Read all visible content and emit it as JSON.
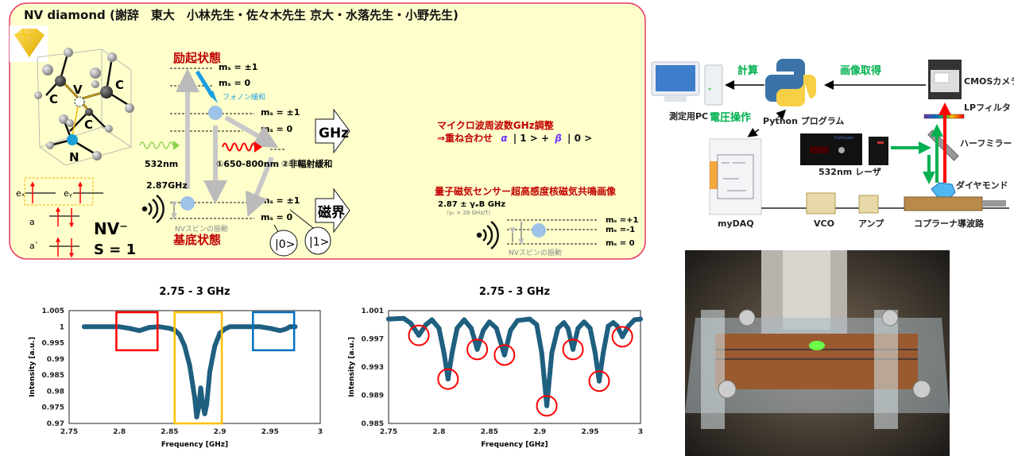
{
  "panel": {
    "title": "NV diamond (謝辞　東大　小林先生・佐々木先生 京大・水落先生・小野先生)",
    "border_color": "#e8386a",
    "fill_color": "#ffffcc",
    "crystal_labels": [
      "C",
      "V",
      "C",
      "C",
      "N"
    ],
    "orbitals": {
      "ex": "eₓ",
      "ey": "eᵧ",
      "a": "a",
      "a2": "a`"
    },
    "nv_label": "NV⁻",
    "spin_label": "S = 1",
    "excited_state": "励起状態",
    "ground_state": "基底状態",
    "levels": {
      "pm1": "mₛ = ±1",
      "zero": "mₛ = 0"
    },
    "phonon": "フォノン緩和",
    "laser": "532nm",
    "emission": "①650-800nm",
    "nonrad": "②非輻射緩和",
    "mw": "2.87GHz",
    "spin_vib": "NVスピンの振動",
    "ket0": "|0>",
    "ket1": "|1>",
    "ghz_box": "GHz",
    "ghz_line1": "マイクロ波周波数GHz調整",
    "ghz_line2a": "⇒重ね合わせ",
    "ghz_alpha": "α",
    "ghz_k1": "| 1 > +",
    "ghz_beta": "β",
    "ghz_k0": "| 0 >",
    "mag_box": "磁界",
    "mag_line1": "量子磁気センサー超高感度核磁気共鳴画像",
    "mag_formula": "2.87 ± γₑB GHz",
    "mag_gamma": "（γₑ = 28 GHz/T）",
    "mag_levels": {
      "p1": "mₛ =+1",
      "m1": "mₛ =-1",
      "zero": "mₛ = 0"
    }
  },
  "setup": {
    "pc": "測定用PC",
    "calc": "計算",
    "image_acq": "画像取得",
    "python": "Python プログラム",
    "voltage": "電圧操作",
    "camera": "CMOSカメラ",
    "lp": "LPフィルタ",
    "half_mirror": "ハーフミラー",
    "diamond": "ダイヤモンド",
    "laser": "532nm レーザ",
    "laser_brand": "CivilLaser",
    "mydaq": "myDAQ",
    "vco": "VCO",
    "amp": "アンプ",
    "coplanar": "コプラーナ導波路"
  },
  "chart_data": [
    {
      "type": "scatter",
      "title": "2.75 - 3 GHz",
      "xlabel": "Frequency [GHz]",
      "ylabel": "Intensity [a.u.]",
      "xlim": [
        2.75,
        3
      ],
      "ylim": [
        0.97,
        1.005
      ],
      "xticks": [
        "2.75",
        "2.8",
        "2.85",
        "2.9",
        "2.95",
        "3"
      ],
      "yticks": [
        "0.97",
        "0.975",
        "0.98",
        "0.985",
        "0.99",
        "0.995",
        "1",
        "1.005"
      ],
      "color": "#1f5f7f",
      "x": [
        2.765,
        2.78,
        2.8,
        2.81,
        2.82,
        2.83,
        2.84,
        2.85,
        2.855,
        2.86,
        2.865,
        2.87,
        2.875,
        2.877,
        2.879,
        2.881,
        2.883,
        2.885,
        2.887,
        2.89,
        2.895,
        2.9,
        2.905,
        2.91,
        2.92,
        2.94,
        2.95,
        2.96,
        2.965,
        2.97,
        2.975
      ],
      "y": [
        1,
        1,
        1,
        0.9995,
        0.9988,
        0.9998,
        1,
        0.9995,
        0.999,
        0.9975,
        0.994,
        0.988,
        0.978,
        0.972,
        0.975,
        0.981,
        0.976,
        0.973,
        0.976,
        0.986,
        0.994,
        0.998,
        0.9993,
        1,
        1,
        1,
        0.9995,
        0.9988,
        0.9992,
        1,
        1
      ],
      "boxes": [
        {
          "color": "#ff0000",
          "x": [
            2.797,
            2.838
          ],
          "y": [
            0.9927,
            1.0045
          ]
        },
        {
          "color": "#ffc000",
          "x": [
            2.855,
            2.902
          ],
          "y": [
            0.97,
            1.0045
          ]
        },
        {
          "color": "#0070c0",
          "x": [
            2.933,
            2.974
          ],
          "y": [
            0.9927,
            1.0045
          ]
        }
      ]
    },
    {
      "type": "scatter",
      "title": "2.75 - 3 GHz",
      "xlabel": "Frequency [GHz]",
      "ylabel": "Intensity [a.u.]",
      "xlim": [
        2.75,
        3
      ],
      "ylim": [
        0.985,
        1.001
      ],
      "xticks": [
        "2.75",
        "2.8",
        "2.85",
        "2.9",
        "2.95",
        "3"
      ],
      "yticks": [
        "0.985",
        "0.989",
        "0.993",
        "0.997",
        "1.001"
      ],
      "color": "#1f5f7f",
      "x": [
        2.75,
        2.765,
        2.772,
        2.78,
        2.787,
        2.793,
        2.8,
        2.805,
        2.809,
        2.813,
        2.818,
        2.825,
        2.832,
        2.838,
        2.844,
        2.85,
        2.857,
        2.865,
        2.871,
        2.878,
        2.89,
        2.897,
        2.902,
        2.907,
        2.912,
        2.918,
        2.924,
        2.928,
        2.933,
        2.938,
        2.944,
        2.95,
        2.955,
        2.959,
        2.963,
        2.968,
        2.973,
        2.977,
        2.982,
        2.988,
        2.994,
        3.0
      ],
      "y": [
        0.9998,
        0.9999,
        0.9992,
        0.9975,
        0.999,
        0.9997,
        0.9985,
        0.995,
        0.9913,
        0.995,
        0.9985,
        0.9997,
        0.9985,
        0.9955,
        0.9982,
        0.9994,
        0.9985,
        0.9947,
        0.9982,
        0.9996,
        0.9998,
        0.999,
        0.995,
        0.9875,
        0.995,
        0.9985,
        0.9993,
        0.9985,
        0.9955,
        0.9985,
        0.9994,
        0.9985,
        0.995,
        0.991,
        0.995,
        0.9988,
        0.9993,
        0.9988,
        0.9973,
        0.9988,
        0.9997,
        0.9998
      ],
      "circled_dips": [
        [
          2.78,
          0.9975
        ],
        [
          2.809,
          0.9913
        ],
        [
          2.838,
          0.9955
        ],
        [
          2.865,
          0.9947
        ],
        [
          2.907,
          0.9875
        ],
        [
          2.933,
          0.9955
        ],
        [
          2.959,
          0.991
        ],
        [
          2.982,
          0.9973
        ]
      ]
    }
  ]
}
